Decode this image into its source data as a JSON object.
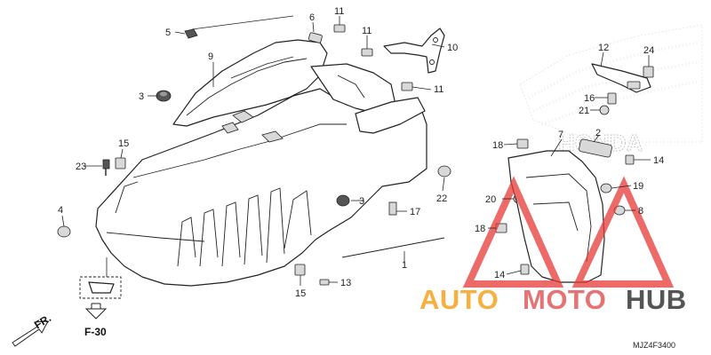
{
  "diagram": {
    "callouts": {
      "c1": "1",
      "c2": "2",
      "c3a": "3",
      "c3b": "3",
      "c4": "4",
      "c5": "5",
      "c6": "6",
      "c7": "7",
      "c8": "8",
      "c9": "9",
      "c10": "10",
      "c11a": "11",
      "c11b": "11",
      "c11c": "11",
      "c12": "12",
      "c13": "13",
      "c14a": "14",
      "c14b": "14",
      "c15a": "15",
      "c15b": "15",
      "c16": "16",
      "c17": "17",
      "c18a": "18",
      "c18b": "18",
      "c19": "19",
      "c20": "20",
      "c21": "21",
      "c22": "22",
      "c23": "23",
      "c24": "24"
    },
    "front_marker": "FR.",
    "reference": "F-30",
    "diagram_code": "MJZ4F3400",
    "watermark": {
      "part1": "AUTO",
      "part2": "MOTO",
      "part3": "HUB",
      "color1": "#f5b041",
      "color2": "#e57373",
      "color3": "#555555"
    },
    "brand_bg": "HONDA",
    "accent_triangle": "#e53935"
  }
}
